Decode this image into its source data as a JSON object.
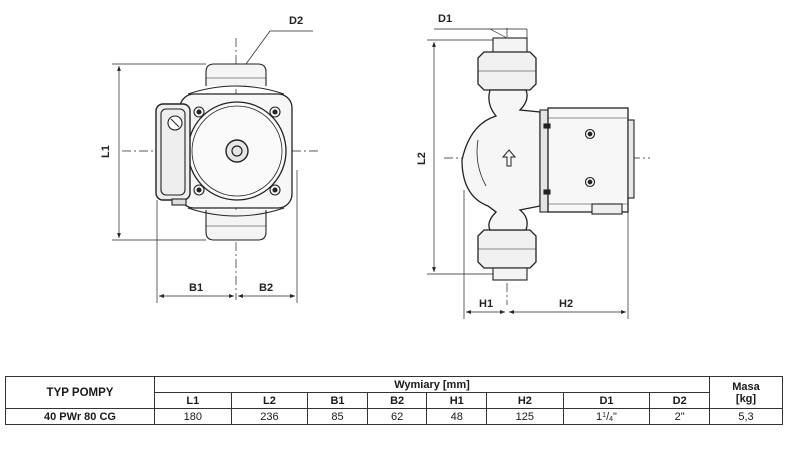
{
  "drawing": {
    "front_view": {
      "dim_top": "D2",
      "dim_height": "L1",
      "dim_left_width": "B1",
      "dim_right_width": "B2"
    },
    "side_view": {
      "dim_top": "D1",
      "dim_height": "L2",
      "dim_left_width": "H1",
      "dim_right_width": "H2"
    }
  },
  "table": {
    "type_header": "TYP POMPY",
    "group_header": "Wymiary [mm]",
    "mass_header_line1": "Masa",
    "mass_header_line2": "[kg]",
    "columns": [
      "L1",
      "L2",
      "B1",
      "B2",
      "H1",
      "H2",
      "D1",
      "D2"
    ],
    "row": {
      "model": "40 PWr 80 CG",
      "L1": "180",
      "L2": "236",
      "B1": "85",
      "B2": "62",
      "H1": "48",
      "H2": "125",
      "D1_whole": "1",
      "D1_num": "1",
      "D1_den": "4",
      "D1_unit": "\"",
      "D2": "2\"",
      "mass": "5,3"
    }
  }
}
